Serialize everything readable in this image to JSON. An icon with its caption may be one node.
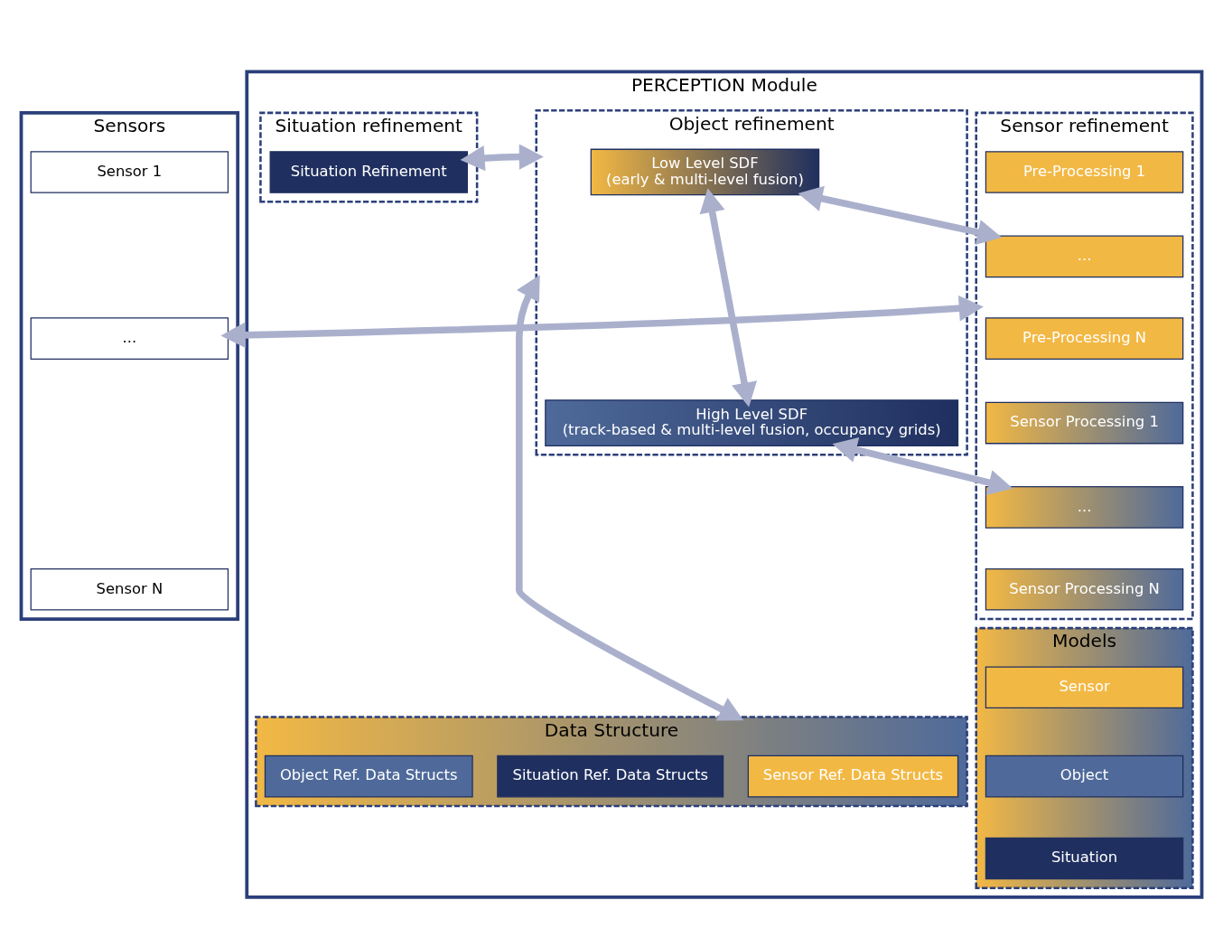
{
  "diagram": {
    "nodes": [
      {
        "text": [
          "Sensors"
        ]
      },
      {
        "text": [
          "Sensor 1"
        ],
        "in": 0
      },
      {
        "text": [
          "..."
        ],
        "in": 0
      },
      {
        "text": [
          "Sensor N"
        ],
        "in": 0
      },
      {
        "text": [
          "PERCEPTION Module"
        ]
      },
      {
        "text": [
          "Sensor refinement"
        ],
        "in": 4
      },
      {
        "text": [
          "Pre-Processing 1"
        ],
        "in": 5
      },
      {
        "text": [
          "..."
        ],
        "in": 5
      },
      {
        "text": [
          "Pre-Processing N"
        ],
        "in": 5
      },
      {
        "text": [
          "Sensor Processing 1"
        ],
        "in": 5
      },
      {
        "text": [
          "..."
        ],
        "in": 5
      },
      {
        "text": [
          "Sensor Processing N"
        ],
        "in": 5
      },
      {
        "text": [
          "Object refinement"
        ],
        "in": 4
      },
      {
        "text": [
          "Low Level SDF",
          "(early & multi-level fusion)"
        ],
        "in": 12
      },
      {
        "text": [
          "High Level SDF",
          "(track-based & multi-level fusion, occupancy grids)"
        ],
        "in": 12
      },
      {
        "text": [
          "Situation refinement"
        ],
        "in": 4
      },
      {
        "text": [
          "Situation Refinement"
        ],
        "in": 15
      },
      {
        "text": [
          "Models"
        ],
        "in": 4
      },
      {
        "text": [
          "Sensor"
        ],
        "in": 17
      },
      {
        "text": [
          "Object"
        ],
        "in": 17
      },
      {
        "text": [
          "Situation"
        ],
        "in": 17
      },
      {
        "text": [
          "Data Structure"
        ],
        "in": 4
      },
      {
        "text": [
          "Sensor Ref. Data Structs"
        ],
        "in": 21
      },
      {
        "text": [
          "Object Ref. Data Structs"
        ],
        "in": 21
      },
      {
        "text": [
          "Situation Ref. Data Structs"
        ],
        "in": 21
      }
    ],
    "edges": [
      {
        "from": 2,
        "to": 5,
        "arrow": "both"
      },
      {
        "from": 7,
        "to": 13,
        "arrow": "both"
      },
      {
        "from": 13,
        "to": 14,
        "arrow": "both"
      },
      {
        "from": 12,
        "to": 16,
        "arrow": "both"
      },
      {
        "from": 10,
        "to": 14,
        "arrow": "both"
      },
      {
        "from": 12,
        "to": 21,
        "arrow": "both"
      }
    ]
  }
}
